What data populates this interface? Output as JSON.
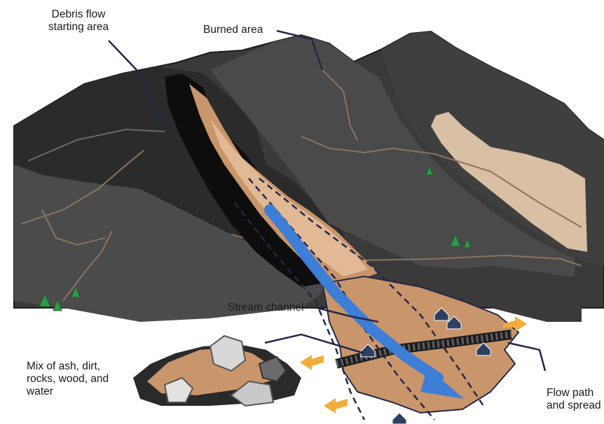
{
  "labels": {
    "debris_flow_start": [
      "Debris flow",
      "starting area"
    ],
    "burned_area": "Burned area",
    "stream_channel": "Stream channel",
    "mix": [
      "Mix of ash, dirt,",
      "rocks, wood, and",
      "water"
    ],
    "flow_path": [
      "Flow path",
      "and spread"
    ]
  },
  "colors": {
    "burned_dark": "#2b2b2b",
    "burned_mid": "#4a4a4a",
    "burned_light": "#5e5e5e",
    "scar_black": "#0d0d0d",
    "debris_tan": "#c9956a",
    "debris_light": "#e1b995",
    "unburned_tan": "#d9bfa3",
    "stream_blue": "#3d7ed6",
    "leader_navy": "#23284a",
    "arrow_orange": "#f3ad3c",
    "tree_green": "#2e9a4a",
    "house_blue": "#2d3f63"
  },
  "icons": [
    "tree-icon",
    "house-icon",
    "arrow-icon",
    "rock-icon"
  ]
}
